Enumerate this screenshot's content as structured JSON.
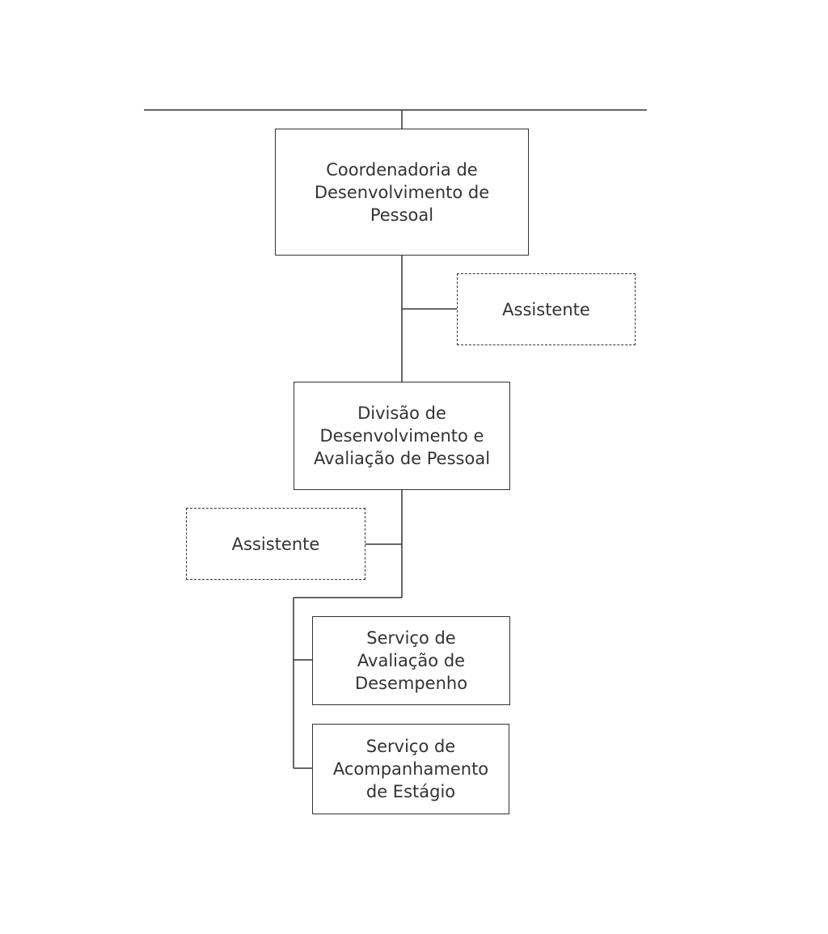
{
  "diagram": {
    "type": "org-chart",
    "line_color": "#333333",
    "nodes": [
      {
        "id": "coordenadoria",
        "label": "Coordenadoria de\nDesenvolvimento de\nPessoal",
        "style": "solid"
      },
      {
        "id": "assistente-1",
        "label": "Assistente",
        "style": "dashed"
      },
      {
        "id": "divisao",
        "label": "Divisão de\nDesenvolvimento e\nAvaliação de Pessoal",
        "style": "solid"
      },
      {
        "id": "assistente-2",
        "label": "Assistente",
        "style": "dashed"
      },
      {
        "id": "servico-avaliacao",
        "label": "Serviço de\nAvaliação de\nDesempenho",
        "style": "solid"
      },
      {
        "id": "servico-estagio",
        "label": "Serviço de\nAcompanhamento\nde Estágio",
        "style": "solid"
      }
    ],
    "edges": [
      {
        "from": "coordenadoria",
        "to": "assistente-1",
        "kind": "staff"
      },
      {
        "from": "coordenadoria",
        "to": "divisao",
        "kind": "hierarchy"
      },
      {
        "from": "divisao",
        "to": "assistente-2",
        "kind": "staff"
      },
      {
        "from": "divisao",
        "to": "servico-avaliacao",
        "kind": "hierarchy"
      },
      {
        "from": "divisao",
        "to": "servico-estagio",
        "kind": "hierarchy"
      }
    ]
  }
}
